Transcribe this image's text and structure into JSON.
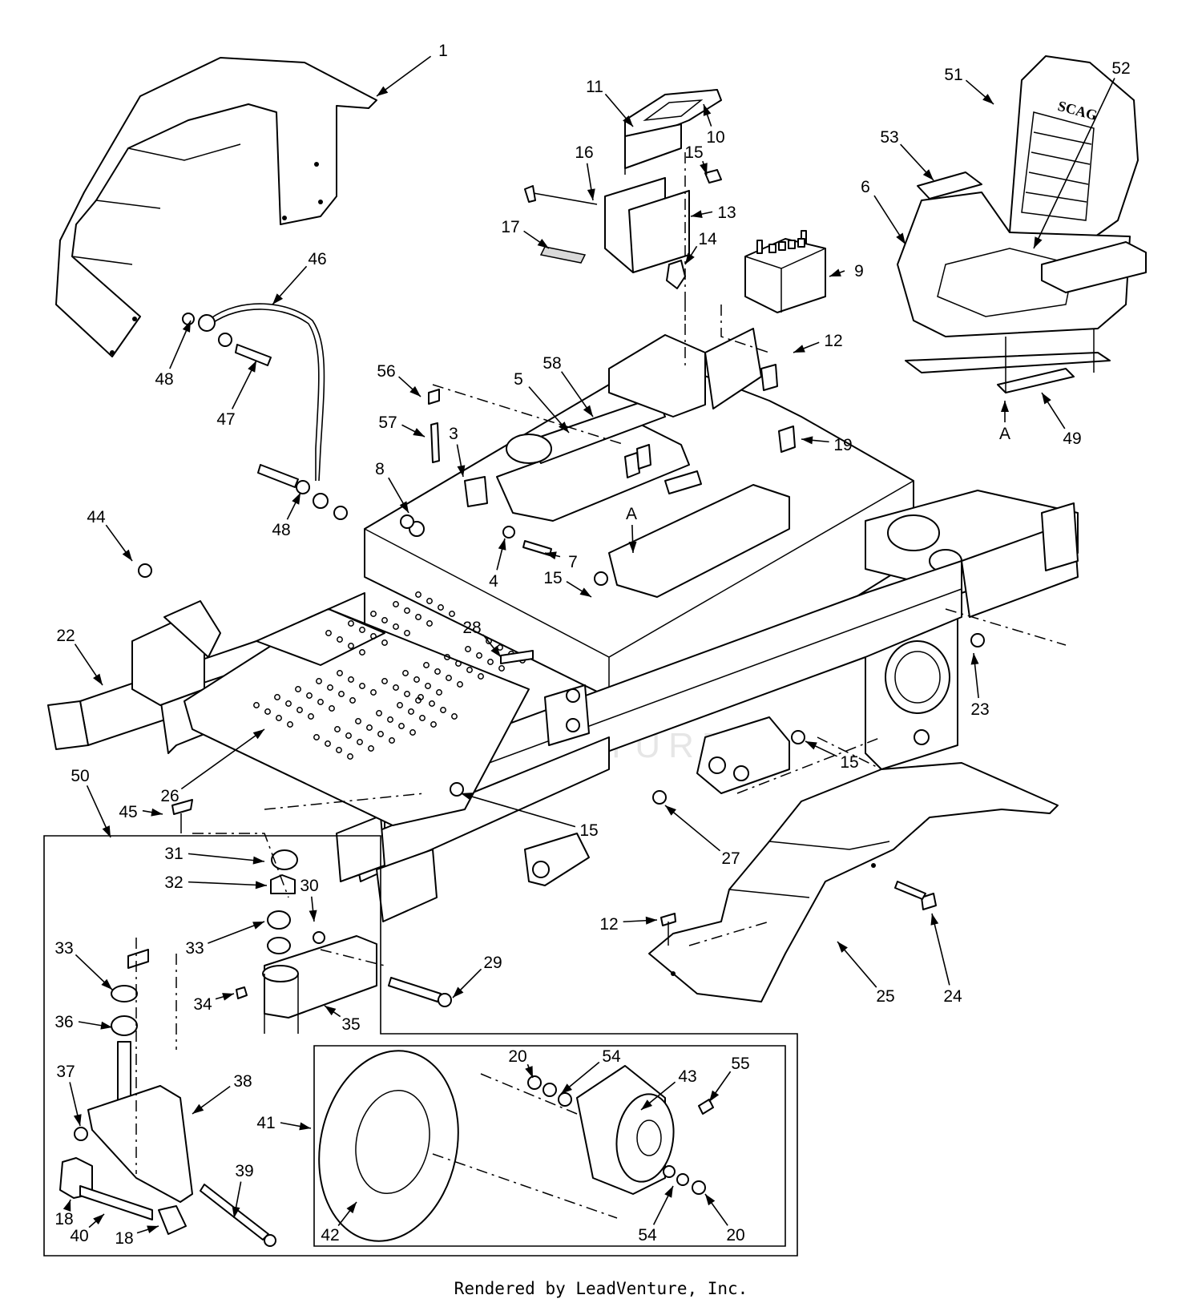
{
  "callouts": [
    {
      "label": "1"
    },
    {
      "label": "11"
    },
    {
      "label": "10"
    },
    {
      "label": "16"
    },
    {
      "label": "15"
    },
    {
      "label": "13"
    },
    {
      "label": "17"
    },
    {
      "label": "14"
    },
    {
      "label": "9"
    },
    {
      "label": "51"
    },
    {
      "label": "52"
    },
    {
      "label": "53"
    },
    {
      "label": "6"
    },
    {
      "label": "12"
    },
    {
      "label": "49"
    },
    {
      "label": "A"
    },
    {
      "label": "46"
    },
    {
      "label": "48"
    },
    {
      "label": "47"
    },
    {
      "label": "48"
    },
    {
      "label": "56"
    },
    {
      "label": "58"
    },
    {
      "label": "5"
    },
    {
      "label": "57"
    },
    {
      "label": "3"
    },
    {
      "label": "19"
    },
    {
      "label": "8"
    },
    {
      "label": "A"
    },
    {
      "label": "44"
    },
    {
      "label": "4"
    },
    {
      "label": "7"
    },
    {
      "label": "15"
    },
    {
      "label": "22"
    },
    {
      "label": "28"
    },
    {
      "label": "23"
    },
    {
      "label": "15"
    },
    {
      "label": "26"
    },
    {
      "label": "15"
    },
    {
      "label": "50"
    },
    {
      "label": "45"
    },
    {
      "label": "27"
    },
    {
      "label": "31"
    },
    {
      "label": "32"
    },
    {
      "label": "30"
    },
    {
      "label": "33"
    },
    {
      "label": "33"
    },
    {
      "label": "12"
    },
    {
      "label": "29"
    },
    {
      "label": "24"
    },
    {
      "label": "25"
    },
    {
      "label": "34"
    },
    {
      "label": "35"
    },
    {
      "label": "36"
    },
    {
      "label": "37"
    },
    {
      "label": "38"
    },
    {
      "label": "20"
    },
    {
      "label": "54"
    },
    {
      "label": "43"
    },
    {
      "label": "55"
    },
    {
      "label": "41"
    },
    {
      "label": "39"
    },
    {
      "label": "18"
    },
    {
      "label": "40"
    },
    {
      "label": "18"
    },
    {
      "label": "42"
    },
    {
      "label": "54"
    },
    {
      "label": "20"
    }
  ],
  "seat_logo": "SCAG",
  "watermark": "LEADVENTURE",
  "footer": "Rendered by LeadVenture, Inc."
}
